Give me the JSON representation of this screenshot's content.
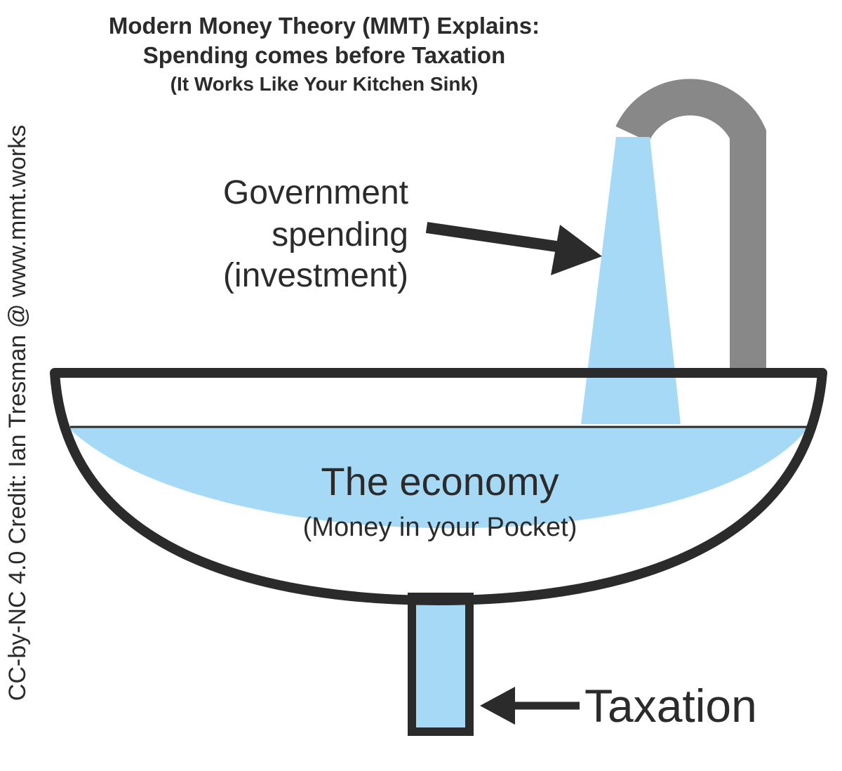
{
  "title": {
    "line1": "Modern Money Theory (MMT) Explains:",
    "line2": "Spending comes before Taxation",
    "line3": "(It Works Like Your Kitchen Sink)"
  },
  "labels": {
    "spending_line1": "Government",
    "spending_line2": "spending",
    "spending_line3": "(investment)",
    "economy": "The economy",
    "economy_sub": "(Money in your Pocket)",
    "taxation": "Taxation"
  },
  "credit": "CC-by-NC 4.0 Credit: Ian Tresman @ www.mmt.works",
  "colors": {
    "water": "#a6d9f5",
    "outline": "#2b2b2b",
    "tap": "#888888",
    "text": "#2b2b2b"
  }
}
